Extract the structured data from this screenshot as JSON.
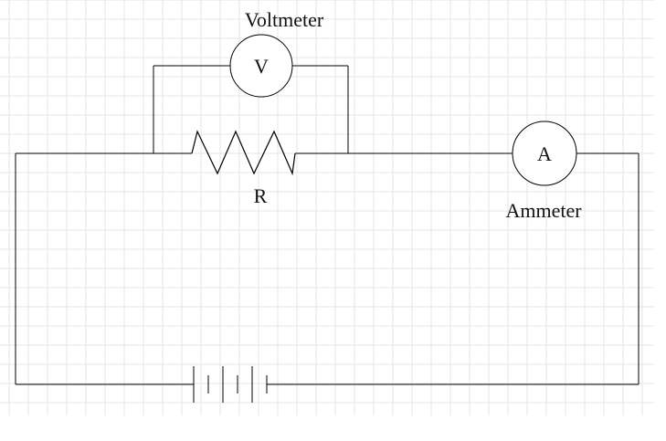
{
  "diagram": {
    "grid_color": "#e6e6e6",
    "wire_color": "#000000",
    "voltmeter": {
      "symbol": "V",
      "label": "Voltmeter"
    },
    "ammeter": {
      "symbol": "A",
      "label": "Ammeter"
    },
    "resistor": {
      "label": "R"
    },
    "battery": {
      "cells": 3
    }
  }
}
